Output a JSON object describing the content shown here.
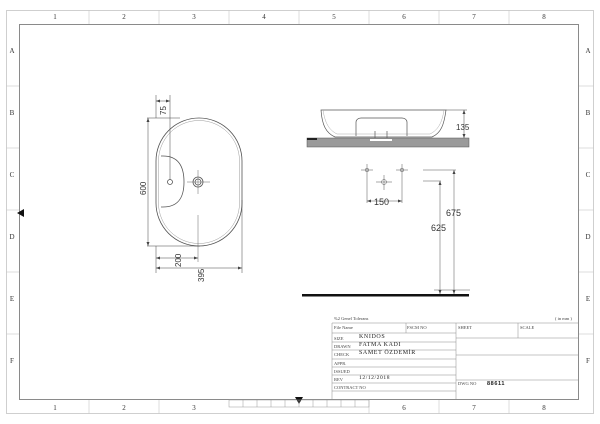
{
  "sheet": {
    "columns": [
      "1",
      "2",
      "3",
      "4",
      "5",
      "6",
      "7",
      "8"
    ],
    "rows": [
      "A",
      "B",
      "C",
      "D",
      "E",
      "F"
    ]
  },
  "plan_view": {
    "dimensions": {
      "offset_top": "75",
      "height": "600",
      "drain_offset": "200",
      "width": "395"
    }
  },
  "elevation_view": {
    "dimensions": {
      "bowl_height": "135",
      "tap_spacing": "150",
      "counter_height": "675",
      "drain_height": "625"
    }
  },
  "title_block": {
    "tolerance_note": "%2 Genel Tolerans",
    "units_note": "( in mm )",
    "labels": {
      "file_name": "File Name",
      "fscm_no": "FSCM NO",
      "sheet": "SHEET",
      "scale": "SCALE",
      "size": "SIZE",
      "drawn": "DRAWN",
      "check": "CHECK",
      "appr": "APPR.",
      "issued": "ISSUED",
      "rev": "REV",
      "contract_no": "CONTRACT NO",
      "dwg_no": "DWG NO"
    },
    "values": {
      "size": "KNIDOS",
      "drawn": "FATMA KADI",
      "check": "SAMET ÖZDEMİR",
      "rev": "12/12/2018",
      "dwg_no": "88611"
    }
  }
}
